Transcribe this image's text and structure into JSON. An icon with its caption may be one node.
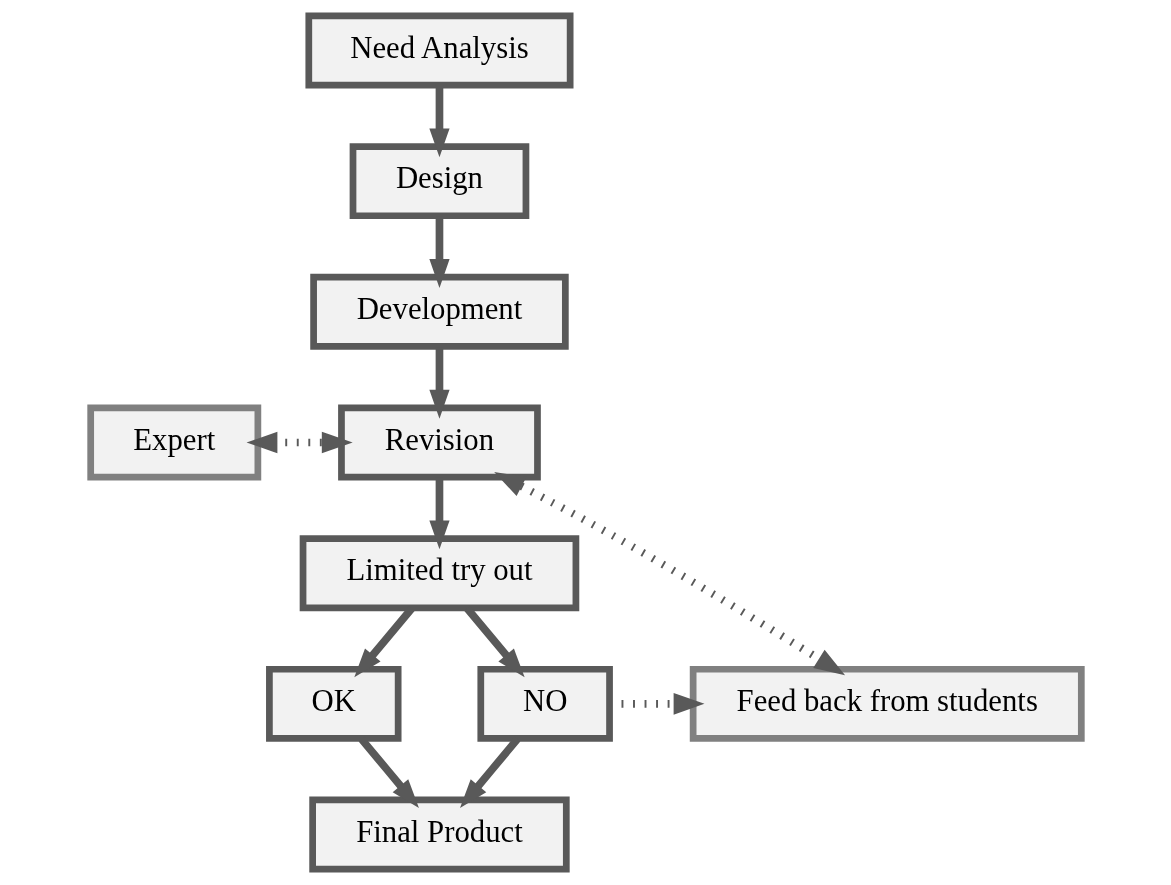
{
  "diagram": {
    "nodes": [
      {
        "text": [
          "Need Analysis"
        ]
      },
      {
        "text": [
          "Design"
        ]
      },
      {
        "text": [
          "Development"
        ]
      },
      {
        "text": [
          "Expert"
        ]
      },
      {
        "text": [
          "Revision"
        ]
      },
      {
        "text": [
          "Limited try out"
        ]
      },
      {
        "text": [
          "OK"
        ]
      },
      {
        "text": [
          "NO"
        ]
      },
      {
        "text": [
          "Feed back from students"
        ]
      },
      {
        "text": [
          "Final Product"
        ]
      }
    ],
    "edges": [
      {
        "from": 0,
        "to": 1,
        "arrow": "to"
      },
      {
        "from": 1,
        "to": 2,
        "arrow": "to"
      },
      {
        "from": 2,
        "to": 4,
        "arrow": "to"
      },
      {
        "from": 3,
        "to": 4,
        "arrow": "both",
        "style": "dashed"
      },
      {
        "from": 8,
        "to": 4,
        "arrow": "both",
        "style": "dashed"
      },
      {
        "from": 4,
        "to": 5,
        "arrow": "to"
      },
      {
        "from": 5,
        "to": 6,
        "arrow": "to"
      },
      {
        "from": 5,
        "to": 7,
        "arrow": "to"
      },
      {
        "from": 7,
        "to": 8,
        "arrow": "to",
        "style": "dashed"
      },
      {
        "from": 6,
        "to": 9,
        "arrow": "to"
      },
      {
        "from": 7,
        "to": 9,
        "arrow": "to"
      }
    ]
  }
}
